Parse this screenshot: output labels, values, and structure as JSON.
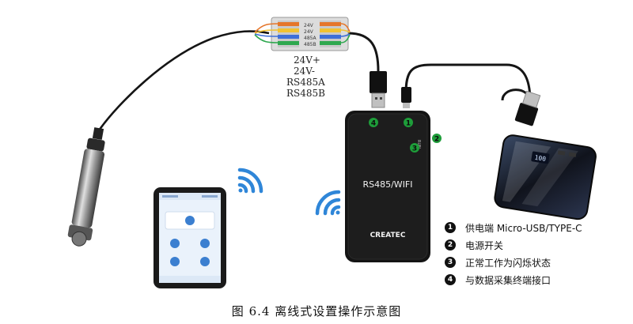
{
  "connector_labels": [
    "24V+",
    "24V-",
    "RS485A",
    "RS485B"
  ],
  "terminal_wire_labels": [
    "24V",
    "24V",
    "485A",
    "485B"
  ],
  "gateway": {
    "model_label": "RS485/WIFI",
    "brand": "CREATEC",
    "run_label": "RUN",
    "markers": [
      "4",
      "1",
      "3",
      "2"
    ],
    "marker_color": "#1e9e3a"
  },
  "powerbank_display": "100",
  "legend": [
    {
      "num": "1",
      "text": "供电端 Micro-USB/TYPE-C"
    },
    {
      "num": "2",
      "text": "电源开关"
    },
    {
      "num": "3",
      "text": "正常工作为闪烁状态"
    },
    {
      "num": "4",
      "text": "与数据采集终端接口"
    }
  ],
  "caption": "图 6.4  离线式设置操作示意图",
  "colors": {
    "wifi": "#2f86d8",
    "device": "#141414",
    "tablet_frame": "#1a1a1a",
    "screen_bg": "#eaf2fb"
  }
}
